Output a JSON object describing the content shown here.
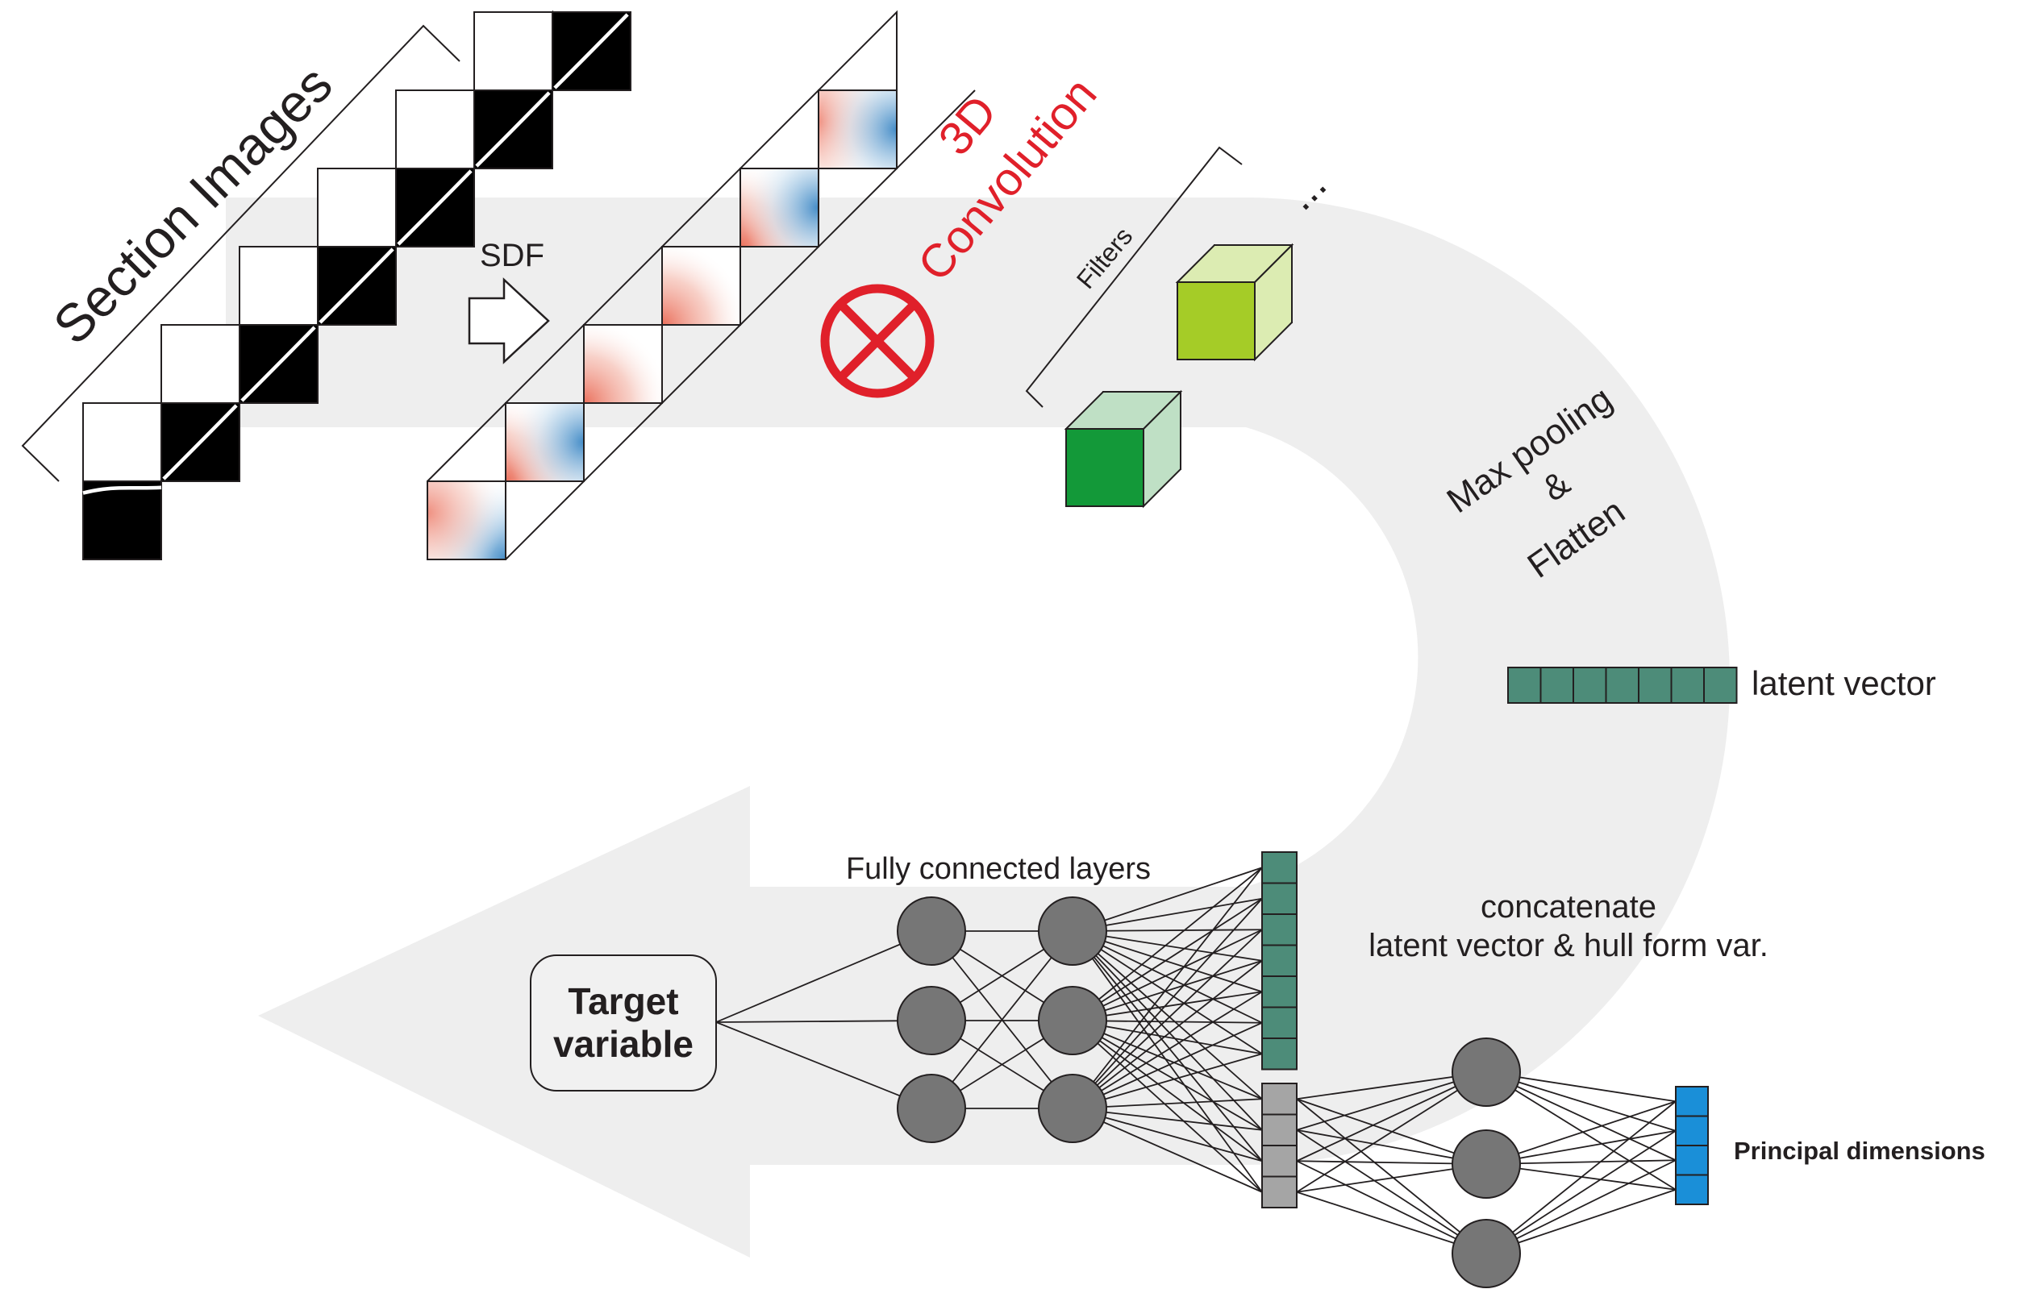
{
  "labels": {
    "section_images": "Section Images",
    "sdf": "SDF",
    "conv_3d": "3D",
    "convolution": "Convolution",
    "filters": "Filters",
    "ellipsis": "...",
    "max_pooling": "Max pooling",
    "amp": "&",
    "flatten": "Flatten",
    "latent_vector": "latent vector",
    "fully_connected": "Fully connected layers",
    "concat_line1": "concatenate",
    "concat_line2": "latent vector & hull form var.",
    "target_line1": "Target",
    "target_line2": "variable",
    "principal": "Principal dimensions"
  },
  "colors": {
    "flow": "#eeeeee",
    "teal": "#4d8c79",
    "gray_node": "#767676",
    "gray_cell": "#a5a5a5",
    "blue_cell": "#1a8fd8",
    "red": "#e0202a",
    "green_dark": "#139939",
    "green_light": "#a5cc27",
    "sdf_red": "#e8604a",
    "sdf_blue": "#3a86c4"
  }
}
